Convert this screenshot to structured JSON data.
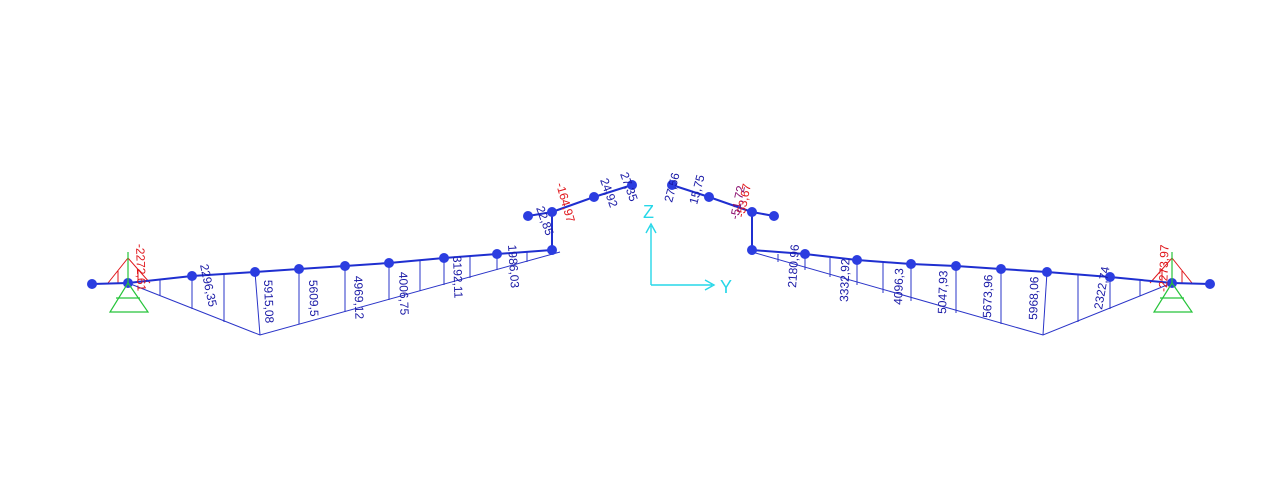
{
  "colors": {
    "frame": "#1f2fd0",
    "node": "#2b3de0",
    "diagram": "#2a34c8",
    "reaction": "#e0161b",
    "support": "#26c43a",
    "axis": "#26d7e8"
  },
  "axes": {
    "z_label": "Z",
    "y_label": "Y"
  },
  "left_labels": [
    "2296,35",
    "5915,08",
    "5609,5",
    "4969,12",
    "4006,75",
    "3192,11",
    "1986,03",
    "22,85",
    "24,92",
    "27,35"
  ],
  "left_red_labels": [
    "-2272,61",
    "-164,97"
  ],
  "right_labels": [
    "27,56",
    "15,75",
    "2180,96",
    "3332,92",
    "4096,3",
    "5047,93",
    "5673,96",
    "5968,06",
    "2322,74"
  ],
  "right_red_labels": [
    "-53,67",
    "-2273,97"
  ],
  "right_mag_labels": [
    "-51,72"
  ]
}
